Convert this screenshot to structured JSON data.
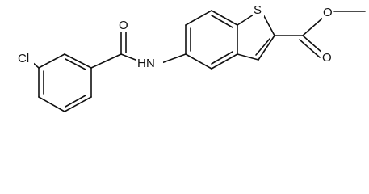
{
  "atoms": {
    "chlorine": "Cl",
    "carbonyl_oxygen_amide": "O",
    "amide_nitrogen": "N",
    "amide_hydrogen": "H",
    "sulfur": "S",
    "ester_carbonyl_oxygen": "O",
    "ester_oxygen": "O"
  },
  "colors": {
    "stroke": "#111111",
    "background": "#ffffff"
  }
}
